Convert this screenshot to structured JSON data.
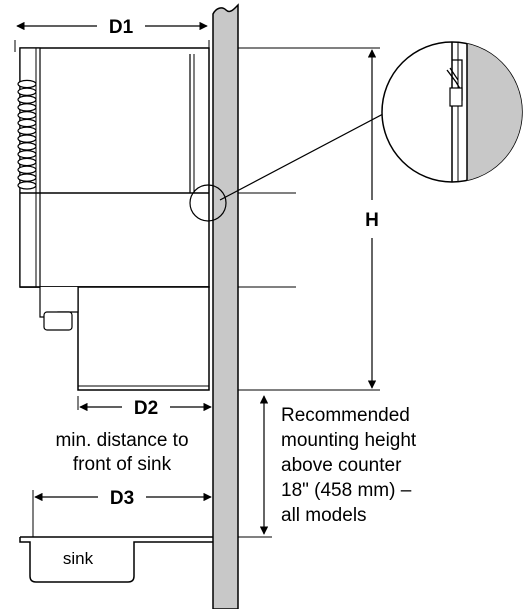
{
  "labels": {
    "d1": "D1",
    "d2": "D2",
    "d3": "D3",
    "h": "H",
    "min_distance": [
      "min. distance to",
      "front of sink"
    ],
    "recommended": [
      "Recommended",
      "mounting height",
      "above counter",
      "18\" (458 mm) –",
      "all models"
    ],
    "sink": "sink"
  },
  "colors": {
    "wall": "#c8c8c8",
    "line": "#000000",
    "background": "#ffffff"
  }
}
